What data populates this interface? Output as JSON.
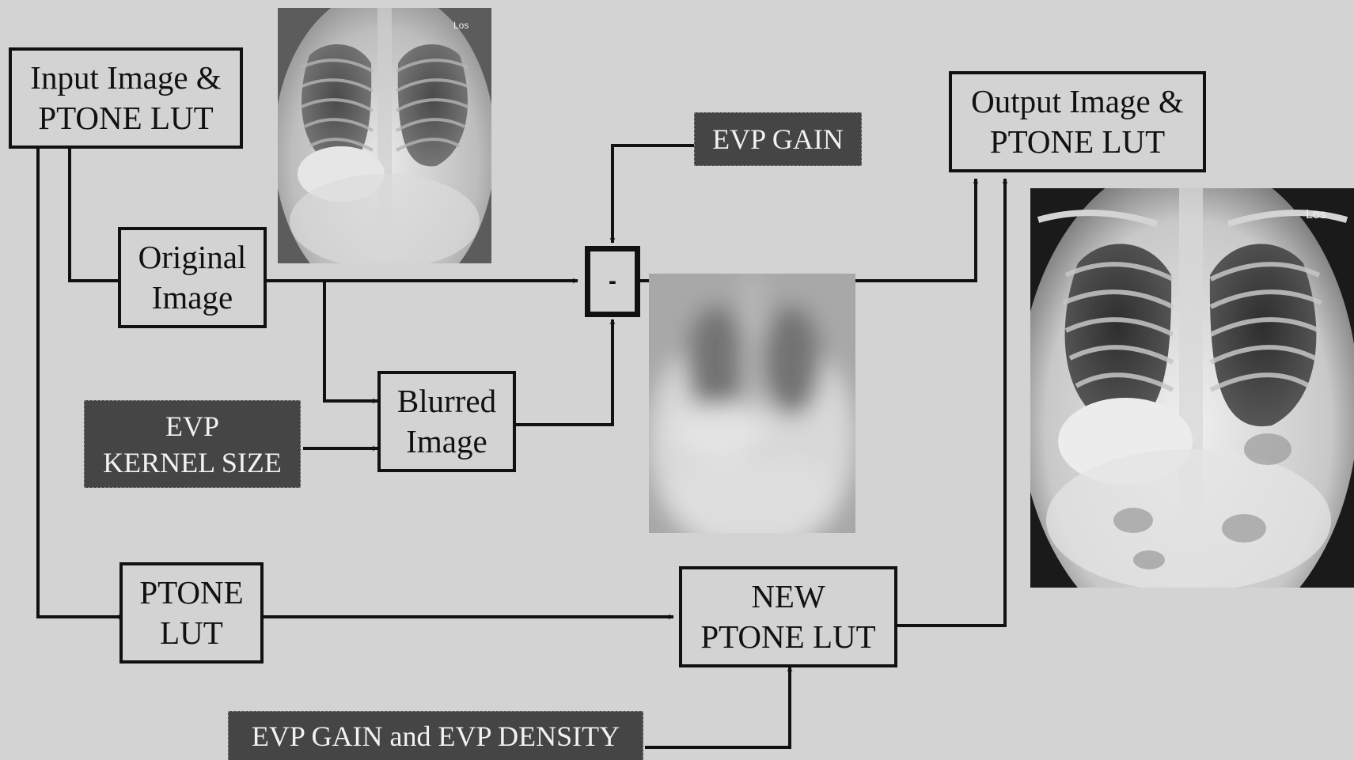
{
  "nodes": {
    "input": {
      "line1": "Input Image &",
      "line2": "PTONE LUT"
    },
    "original": {
      "line1": "Original",
      "line2": "Image"
    },
    "blurred": {
      "line1": "Blurred",
      "line2": "Image"
    },
    "ptone": {
      "line1": "PTONE",
      "line2": "LUT"
    },
    "new_ptone": {
      "line1": "NEW",
      "line2": "PTONE LUT"
    },
    "output": {
      "line1": "Output Image &",
      "line2": "PTONE LUT"
    },
    "subtract": {
      "symbol": "-"
    }
  },
  "parameters": {
    "evp_gain": "EVP GAIN",
    "evp_kernel": {
      "line1": "EVP",
      "line2": "KERNEL SIZE"
    },
    "evp_gain_density": "EVP GAIN and EVP DENSITY"
  },
  "images": {
    "marker_text": "Los",
    "thumbnails": [
      "original-xray",
      "blurred-xray",
      "output-xray"
    ]
  },
  "colors": {
    "background": "#d3d3d3",
    "box_border": "#111111",
    "param_fill": "#454545",
    "param_text": "#f2f2f2"
  }
}
